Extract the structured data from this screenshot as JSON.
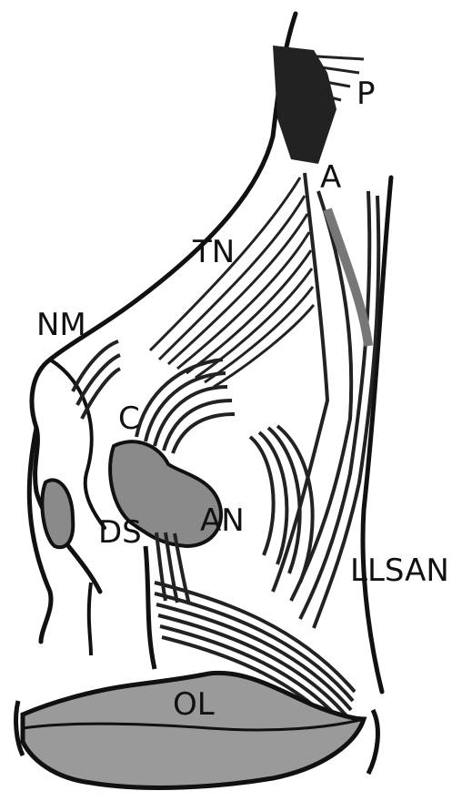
{
  "diagram": {
    "type": "anatomical-illustration",
    "colors": {
      "ink": "#111111",
      "muscle": "#2a2a2a",
      "cartilage_fill": "#8a8a8a",
      "lip_fill": "#9a9a9a",
      "background": "#ffffff"
    },
    "labels": {
      "p": "P",
      "a": "A",
      "tn": "TN",
      "nm": "NM",
      "c": "C",
      "ds": "DS",
      "an": "AN",
      "llsan": "LLSAN",
      "ol": "OL"
    }
  }
}
